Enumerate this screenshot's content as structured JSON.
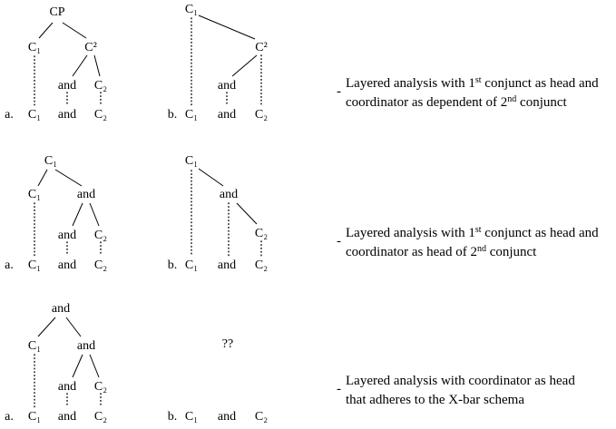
{
  "figure": {
    "diagrams": [
      {
        "a": {
          "marker": "a.",
          "nodes": {
            "root": "CP",
            "left": "C₁",
            "right": "C²",
            "right_left": "and",
            "right_right": "C₂"
          },
          "terminals": [
            "C₁",
            "and",
            "C₂"
          ]
        },
        "b": {
          "marker": "b.",
          "nodes": {
            "root": "C₁",
            "dep": "C²",
            "dep_dep": "and"
          },
          "terminals": [
            "C₁",
            "and",
            "C₂"
          ]
        },
        "note": {
          "dash": "-",
          "parts": [
            "Layered analysis with 1",
            "st",
            " conjunct as head and coordinator as dependent of 2",
            "nd",
            " conjunct"
          ]
        }
      },
      {
        "a": {
          "marker": "a.",
          "nodes": {
            "root": "C₁",
            "left": "C₁",
            "right": "and",
            "right_left": "and",
            "right_right": "C₂"
          },
          "terminals": [
            "C₁",
            "and",
            "C₂"
          ]
        },
        "b": {
          "marker": "b.",
          "nodes": {
            "root": "C₁",
            "dep": "and",
            "dep_dep": "C₂"
          },
          "terminals": [
            "C₁",
            "and",
            "C₂"
          ]
        },
        "note": {
          "dash": "-",
          "parts": [
            "Layered analysis with 1",
            "st",
            " conjunct as head and coordinator as head of 2",
            "nd",
            " conjunct"
          ]
        }
      },
      {
        "a": {
          "marker": "a.",
          "nodes": {
            "root": "and",
            "left": "C₁",
            "right": "and",
            "right_left": "and",
            "right_right": "C₂"
          },
          "terminals": [
            "C₁",
            "and",
            "C₂"
          ]
        },
        "b": {
          "marker": "b.",
          "placeholder": "??",
          "terminals": [
            "C₁",
            "and",
            "C₂"
          ]
        },
        "note": {
          "dash": "-",
          "parts": [
            "Layered analysis with coordinator as head that adheres to the X-bar schema",
            "",
            "",
            "",
            ""
          ]
        }
      }
    ]
  }
}
